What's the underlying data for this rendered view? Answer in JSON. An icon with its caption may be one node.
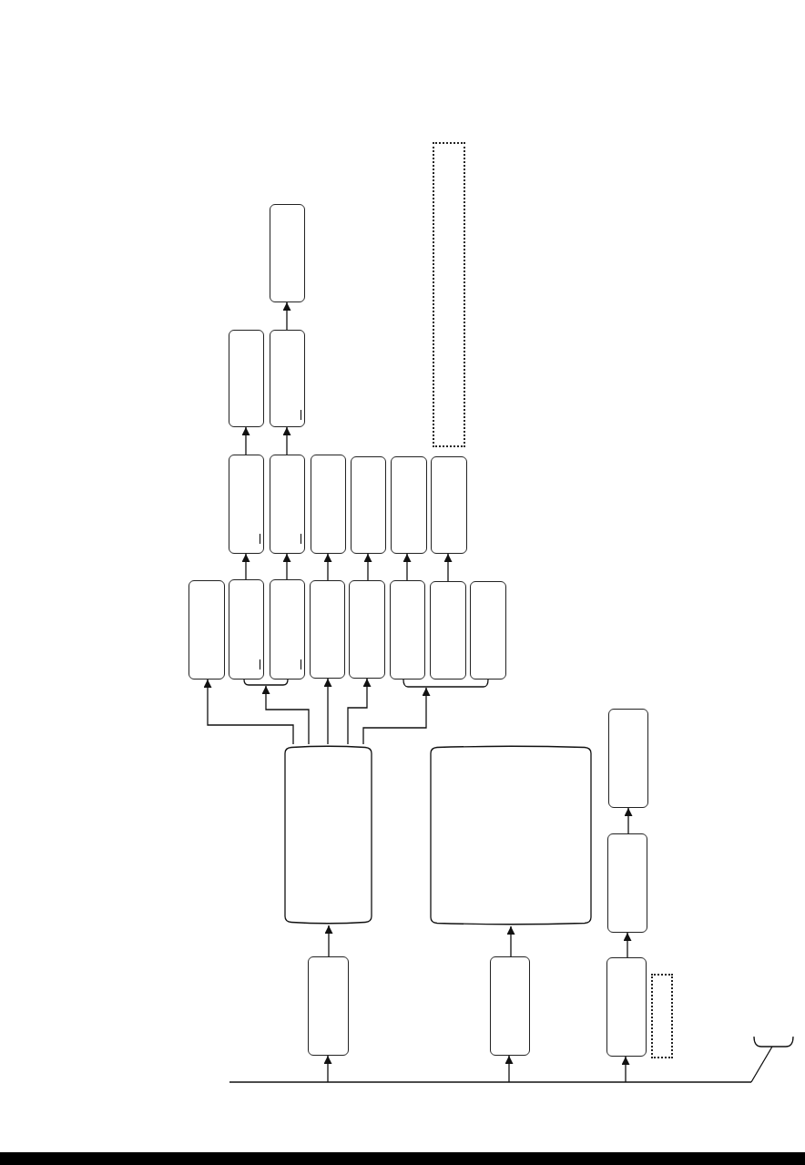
{
  "diagram": {
    "nodes": [
      {
        "text": [],
        "shape": "box"
      },
      {
        "text": [],
        "shape": "box"
      },
      {
        "text": [],
        "shape": "box"
      },
      {
        "text": [],
        "shape": "box"
      },
      {
        "text": [],
        "shape": "box"
      },
      {
        "text": [],
        "shape": "box"
      },
      {
        "text": [],
        "shape": "box"
      },
      {
        "text": [],
        "shape": "box"
      },
      {
        "text": [],
        "shape": "box"
      },
      {
        "text": [],
        "shape": "box"
      },
      {
        "text": [],
        "shape": "box"
      },
      {
        "text": [],
        "shape": "box"
      },
      {
        "text": [],
        "shape": "box"
      },
      {
        "text": [],
        "shape": "box"
      },
      {
        "text": [],
        "shape": "box"
      },
      {
        "text": [],
        "shape": "box"
      },
      {
        "text": [],
        "shape": "box"
      },
      {
        "text": [],
        "shape": "box"
      },
      {
        "text": [],
        "shape": "bracket"
      },
      {
        "text": [],
        "shape": "bracket"
      },
      {
        "text": [],
        "shape": "box"
      },
      {
        "text": [],
        "shape": "box"
      },
      {
        "text": [],
        "shape": "box"
      },
      {
        "text": [],
        "shape": "box"
      },
      {
        "text": [],
        "shape": "box"
      },
      {
        "text": [],
        "shape": "box"
      },
      {
        "text": [],
        "shape": "box"
      },
      {
        "text": [],
        "shape": "box"
      }
    ],
    "edges": [
      {
        "from": null,
        "to": 24,
        "arrow": "to"
      },
      {
        "from": null,
        "to": 25,
        "arrow": "to"
      },
      {
        "from": null,
        "to": 26,
        "arrow": "to"
      },
      {
        "from": 24,
        "to": 21,
        "arrow": "to"
      },
      {
        "from": 25,
        "to": 22,
        "arrow": "to"
      },
      {
        "from": 26,
        "to": 23,
        "arrow": "to"
      },
      {
        "from": 23,
        "to": 20,
        "arrow": "to"
      },
      {
        "from": 21,
        "to": 10,
        "arrow": "to"
      },
      {
        "from": 21,
        "to": 18,
        "arrow": "to"
      },
      {
        "from": 21,
        "to": 13,
        "arrow": "to"
      },
      {
        "from": 21,
        "to": 14,
        "arrow": "to"
      },
      {
        "from": 21,
        "to": 19,
        "arrow": "to"
      },
      {
        "from": 11,
        "to": 4,
        "arrow": "to"
      },
      {
        "from": 12,
        "to": 5,
        "arrow": "to"
      },
      {
        "from": 13,
        "to": 6,
        "arrow": "to"
      },
      {
        "from": 14,
        "to": 7,
        "arrow": "to"
      },
      {
        "from": 15,
        "to": 8,
        "arrow": "to"
      },
      {
        "from": 16,
        "to": 9,
        "arrow": "to"
      },
      {
        "from": 4,
        "to": 2,
        "arrow": "to"
      },
      {
        "from": 5,
        "to": 3,
        "arrow": "to"
      },
      {
        "from": 3,
        "to": 0,
        "arrow": "to"
      }
    ]
  }
}
